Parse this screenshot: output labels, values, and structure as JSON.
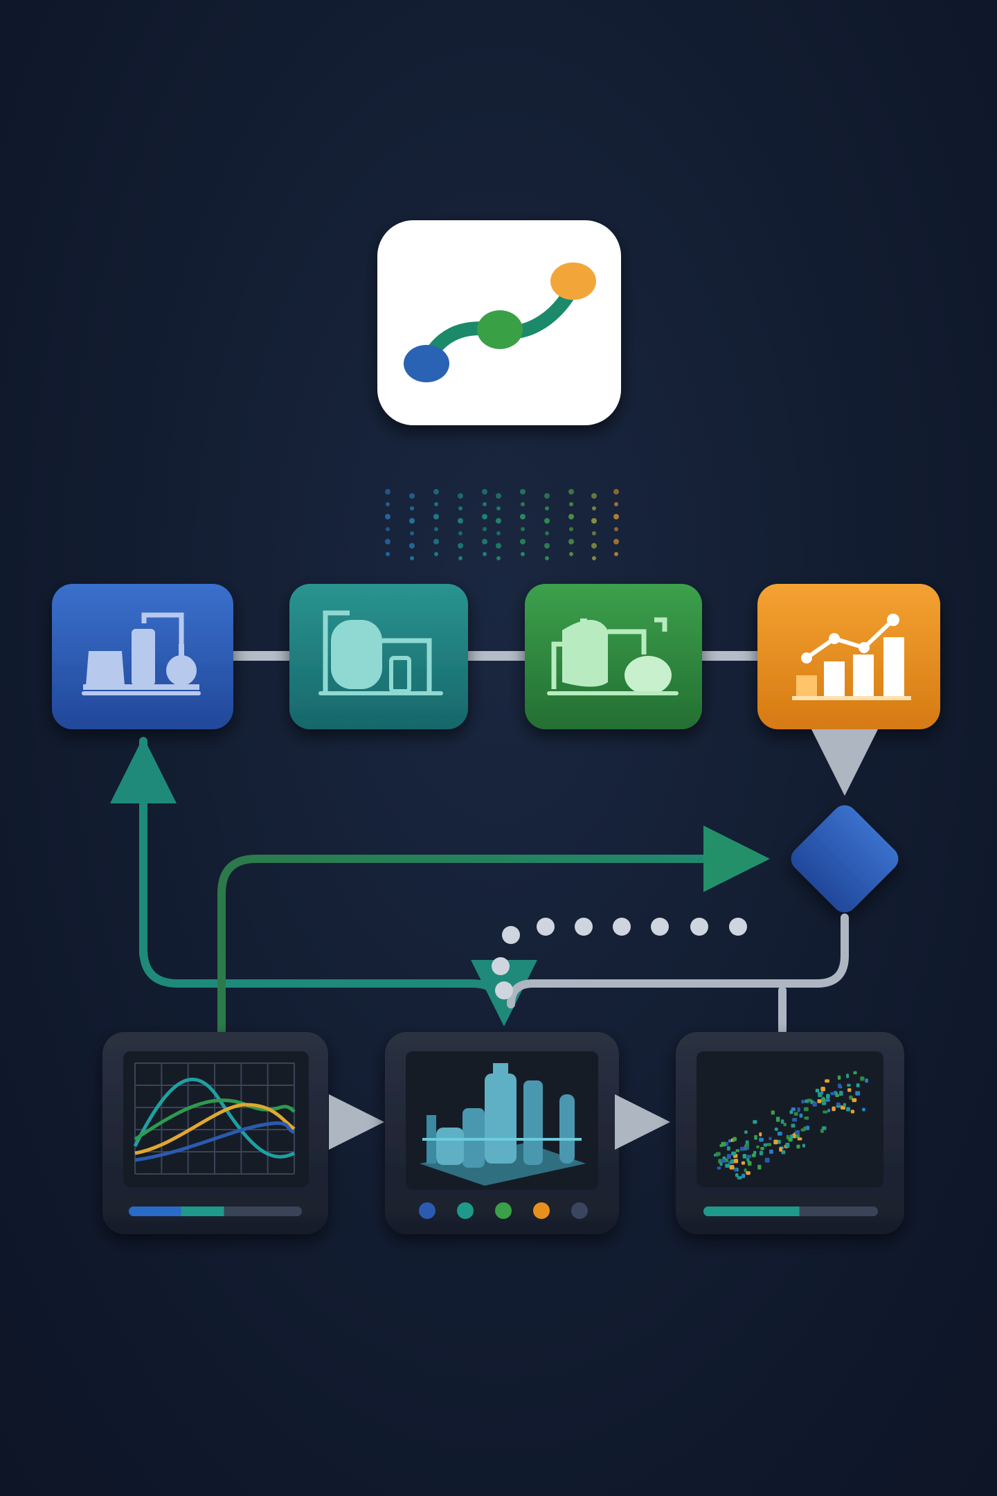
{
  "diagram": {
    "kind": "process-workflow",
    "text_labels": [],
    "colors": {
      "background": "#121c30",
      "blue": "#2a5bb0",
      "teal": "#1f7f7c",
      "green": "#2e8a3e",
      "orange": "#e8901e",
      "connector_gray": "#aeb6c2",
      "connector_teal": "#1f8a7a",
      "panel_dark": "#1c2333"
    },
    "top_node": {
      "icon": "pipeline-path-icon"
    },
    "stage_nodes": [
      {
        "id": "stage-1",
        "icon": "power-plant-icon",
        "color": "blue"
      },
      {
        "id": "stage-2",
        "icon": "storage-tank-icon",
        "color": "teal"
      },
      {
        "id": "stage-3",
        "icon": "reactor-vessel-icon",
        "color": "green"
      },
      {
        "id": "stage-4",
        "icon": "analytics-chart-icon",
        "color": "orange"
      }
    ],
    "decision_node": {
      "icon": "decision-diamond-icon",
      "color": "blue"
    },
    "panels": [
      {
        "id": "panel-1",
        "icon": "line-chart-icon",
        "footer": "progress",
        "progress": 0.55
      },
      {
        "id": "panel-2",
        "icon": "refinery-3d-icon",
        "footer": "status-dots",
        "dot_colors": [
          "#2a5bb0",
          "#1f9a8a",
          "#3aa04a",
          "#e8901e",
          "#3a4660"
        ]
      },
      {
        "id": "panel-3",
        "icon": "scatter-cloud-icon",
        "footer": "progress",
        "progress": 0.55
      }
    ]
  }
}
